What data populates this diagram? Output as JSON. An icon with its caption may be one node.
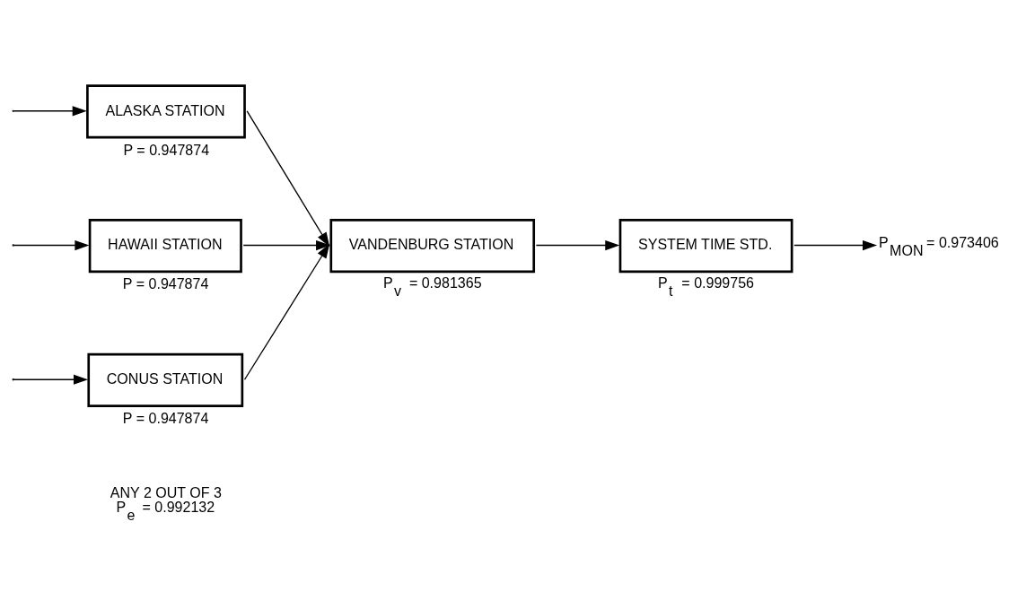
{
  "diagram": {
    "nodes": [
      {
        "text": [
          "ALASKA STATION"
        ],
        "beside": [
          "P = 0.947874"
        ]
      },
      {
        "text": [
          "HAWAII STATION"
        ],
        "beside": [
          "P = 0.947874"
        ]
      },
      {
        "text": [
          "CONUS STATION"
        ],
        "beside": [
          "P = 0.947874"
        ]
      },
      {
        "text": [
          "VANDENBURG STATION"
        ],
        "beside": [
          "P$_{v}$ = 0.981365"
        ]
      },
      {
        "text": [
          "SYSTEM TIME STD."
        ],
        "beside": [
          "P$_{t}$ = 0.999756"
        ]
      },
      {
        "text": [
          "P$_{MON}$ = 0.973406"
        ]
      }
    ],
    "edges": [
      {
        "from": null,
        "to": 0,
        "arrow": "to"
      },
      {
        "from": null,
        "to": 1,
        "arrow": "to"
      },
      {
        "from": null,
        "to": 2,
        "arrow": "to"
      },
      {
        "from": 0,
        "to": 3,
        "arrow": "to"
      },
      {
        "from": 1,
        "to": 3,
        "arrow": "to"
      },
      {
        "from": 2,
        "to": 3,
        "arrow": "to"
      },
      {
        "from": 3,
        "to": 4,
        "arrow": "to"
      },
      {
        "from": 4,
        "to": 5,
        "arrow": "to"
      }
    ],
    "labels": [
      "ANY 2 OUT OF 3",
      "P$_{e}$ = 0.992132"
    ]
  }
}
